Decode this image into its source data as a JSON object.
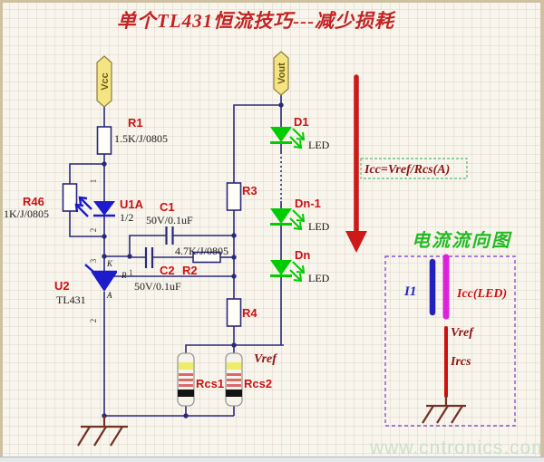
{
  "title": "单个TL431恒流技巧---减少损耗",
  "watermark": "www.cntronics.com",
  "colors": {
    "wire": "#29297a",
    "designator_red": "#cc1111",
    "device_blue": "#1c1ccc",
    "led_green": "#00cc00",
    "arrow_red": "#cc1a1a",
    "formula_red": "#8b1515",
    "flow_title_green": "#22bb22",
    "flow_box_violet": "#8855cc",
    "bar_blue": "#2222bb",
    "bar_magenta": "#dd22dd",
    "ground_brown": "#703326",
    "flag_yellow": "#f5e483"
  },
  "power": {
    "vcc": "Vcc",
    "vout": "Vout"
  },
  "parts": {
    "r1": {
      "ref": "R1",
      "value": "1.5K/J/0805"
    },
    "r46": {
      "ref": "R46",
      "value": "1K/J/0805"
    },
    "u1a": {
      "ref": "U1A",
      "value": "1/2",
      "pin1": "1",
      "pin2": "2"
    },
    "u2": {
      "ref": "U2",
      "value": "TL431",
      "pin_k": "3",
      "pin_a": "2",
      "pin_r": "1",
      "k": "K",
      "a": "A",
      "r": "R"
    },
    "c1": {
      "ref": "C1",
      "value": "50V/0.1uF"
    },
    "c2": {
      "ref": "C2",
      "value": "50V/0.1uF"
    },
    "r2": {
      "ref": "R2",
      "value": "4.7K/J/0805"
    },
    "r3": {
      "ref": "R3"
    },
    "r4": {
      "ref": "R4"
    },
    "d1": {
      "ref": "D1",
      "type": "LED"
    },
    "dn_1": {
      "ref": "Dn-1",
      "type": "LED"
    },
    "dn": {
      "ref": "Dn",
      "type": "LED"
    },
    "rcs1": {
      "ref": "Rcs1"
    },
    "rcs2": {
      "ref": "Rcs2"
    }
  },
  "net_labels": {
    "vref": "Vref"
  },
  "annotations": {
    "formula": "Icc=Vref/Rcs(A)",
    "flow_title": "电流流向图",
    "i1": "I1",
    "icc_led": "Icc(LED)",
    "vref": "Vref",
    "ircs": "Ircs"
  }
}
